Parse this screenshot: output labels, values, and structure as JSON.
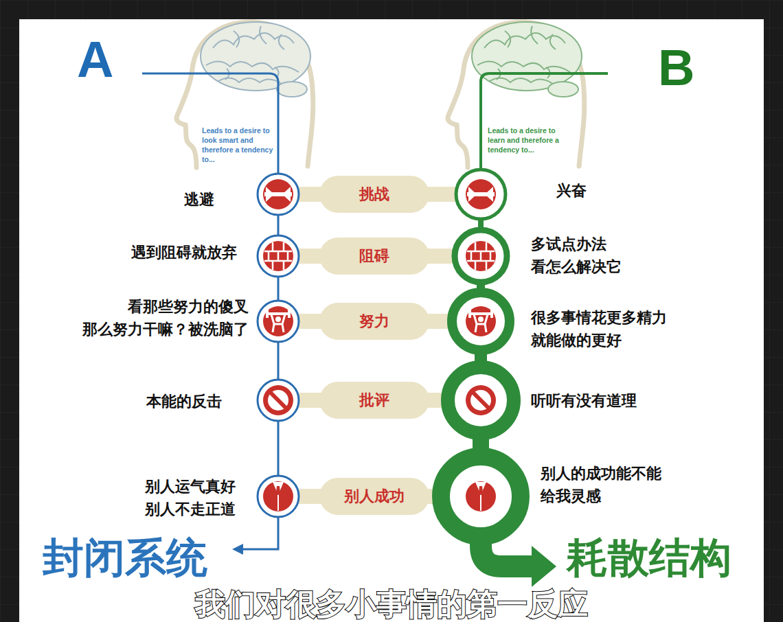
{
  "diagram": {
    "nodes": [
      {
        "text": [
          "挑战"
        ]
      },
      {
        "text": [
          "阻碍"
        ]
      },
      {
        "text": [
          "努力"
        ]
      },
      {
        "text": [
          "批评"
        ]
      },
      {
        "text": [
          "别人成功"
        ]
      }
    ],
    "labels": [
      "A",
      "B",
      "Leads to a desire to look smart and therefore a tendency to...",
      "Leads to a desire to learn and therefore a tendency to...",
      "逃避",
      "遇到阻碍就放弃",
      "看那些努力的傻叉 那么努力干嘛？被洗脑了",
      "本能的反击",
      "别人运气真好 别人不走正道",
      "兴奋",
      "多试点办法 看怎么解决它",
      "很多事情花更多精力 就能做的更好",
      "听听有没有道理",
      "别人的成功能不能 给我灵感",
      "封闭系统",
      "耗散结构",
      "我们对很多小事情的第一反应"
    ]
  }
}
